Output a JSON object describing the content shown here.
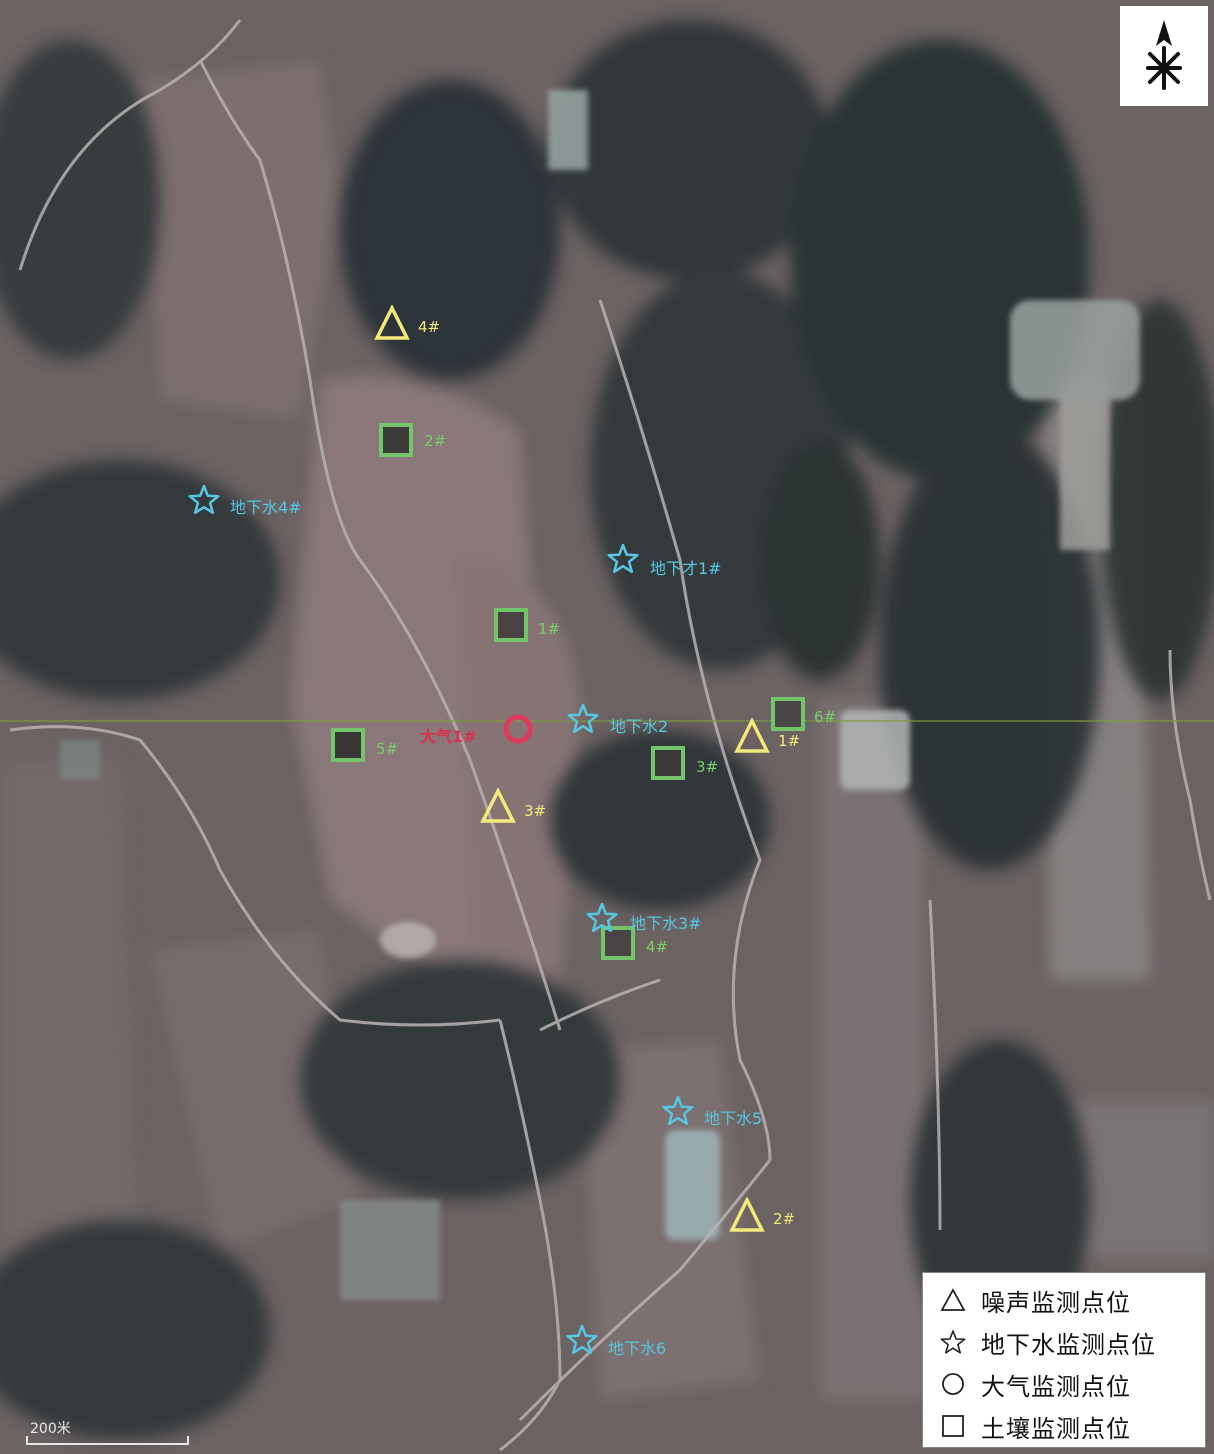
{
  "colors": {
    "noise": "#f3ea7a",
    "soil": "#73c46a",
    "groundwater": "#57c7e3",
    "air": "#e0385a"
  },
  "north_arrow": {
    "icon": "north-arrow-icon"
  },
  "markers": {
    "noise": [
      {
        "label": "4#"
      },
      {
        "label": "1#"
      },
      {
        "label": "3#"
      },
      {
        "label": "2#"
      }
    ],
    "soil": [
      {
        "label": "2#"
      },
      {
        "label": "1#"
      },
      {
        "label": "5#"
      },
      {
        "label": "3#"
      },
      {
        "label": "6#"
      },
      {
        "label": "4#"
      }
    ],
    "groundwater": [
      {
        "label": "地下水4#"
      },
      {
        "label": "地下才1#"
      },
      {
        "label": "地下水2"
      },
      {
        "label": "地下水3#"
      },
      {
        "label": "地下水5"
      },
      {
        "label": "地下水6"
      }
    ],
    "air": [
      {
        "label": "大气1#"
      }
    ]
  },
  "legend": {
    "items": [
      {
        "icon": "triangle-icon",
        "label": "噪声监测点位"
      },
      {
        "icon": "star-icon",
        "label": "地下水监测点位"
      },
      {
        "icon": "circle-icon",
        "label": "大气监测点位"
      },
      {
        "icon": "square-icon",
        "label": "土壤监测点位"
      }
    ]
  },
  "scale": {
    "label": "200米"
  }
}
